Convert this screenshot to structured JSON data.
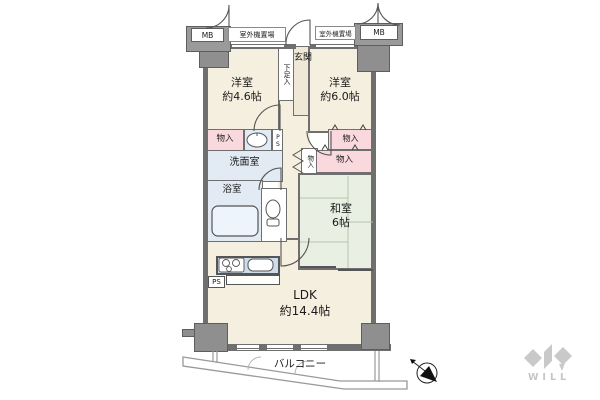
{
  "plan": {
    "rooms": {
      "western1": {
        "name": "洋室",
        "size": "約4.6帖"
      },
      "western2": {
        "name": "洋室",
        "size": "約6.0帖"
      },
      "japanese": {
        "name": "和室",
        "size": "6帖"
      },
      "ldk": {
        "name": "LDK",
        "size": "約14.4帖"
      },
      "entrance": {
        "name": "玄関"
      },
      "washroom": {
        "name": "洗面室"
      },
      "bathroom": {
        "name": "浴室"
      },
      "balcony": {
        "name": "バルコニー"
      }
    },
    "fixtures": {
      "closet": "物入",
      "shoe_cabinet": "下足入",
      "meter_box": "MB",
      "pipe_shaft": "PS",
      "outdoor_unit_area": "室外機置場"
    }
  },
  "branding": {
    "logo": "WILL"
  },
  "colors": {
    "room_floor": "#f5efe0",
    "wet_area": "#e2ebf4",
    "kitchen_counter": "#ccdcec",
    "closet": "#f9d8de",
    "tatami": "#e9f0e3",
    "wall": "#6f6f6f",
    "pillar": "#8f8f8f",
    "logo": "#c9c9c9"
  }
}
